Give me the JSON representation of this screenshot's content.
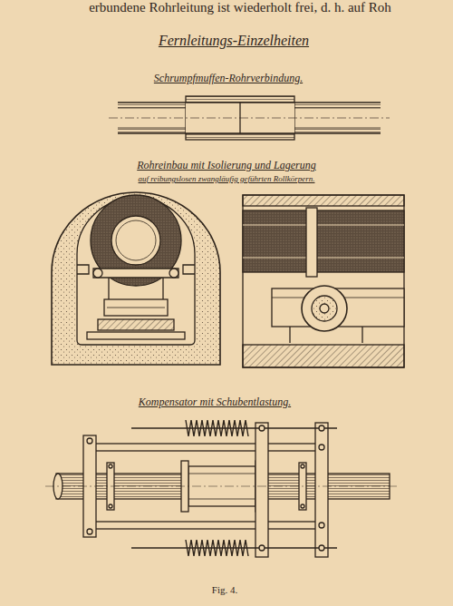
{
  "diagram": {
    "title": "Fernleitungs-Einzelheiten",
    "caption": "Fig. 4.",
    "labels": [
      "erbundene Rohrleitung ist wiederholt frei, d. h. auf Roh",
      "Schrumpfmuffen-Rohrverbindung.",
      "Rohreinbau mit Isolierung und Lagerung",
      "auf reibungslosen zwangläufig geführten Rollkörpern.",
      "Kompensator mit Schubentlastung."
    ]
  }
}
